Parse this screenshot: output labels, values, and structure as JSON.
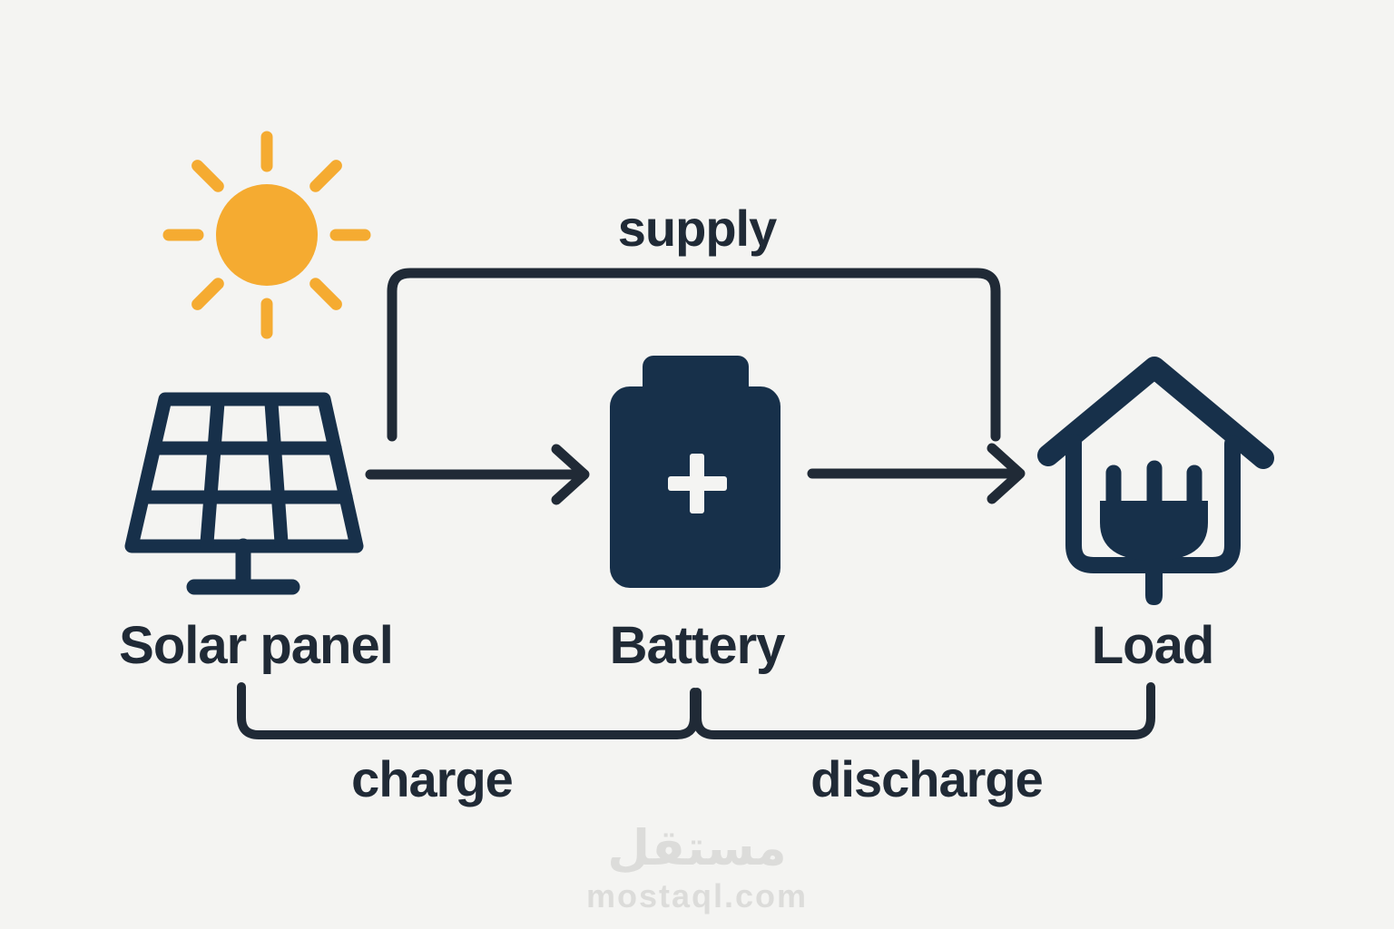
{
  "colors": {
    "bg": "#f4f4f2",
    "ink": "#202a36",
    "navy": "#17304a",
    "sun": "#f5ab31",
    "watermark": "#dcdcda"
  },
  "nodes": {
    "solar_panel": {
      "label": "Solar panel",
      "icon": "solar-panel-icon"
    },
    "battery": {
      "label": "Battery",
      "icon": "battery-icon"
    },
    "load": {
      "label": "Load",
      "icon": "house-plug-icon"
    }
  },
  "flows": {
    "supply": {
      "label": "supply",
      "from": "Solar panel",
      "to": "Load"
    },
    "charge": {
      "label": "charge",
      "from": "Solar panel",
      "to": "Battery"
    },
    "discharge": {
      "label": "discharge",
      "from": "Battery",
      "to": "Load"
    }
  },
  "decorations": {
    "sun": "sun-icon"
  },
  "watermark": {
    "arabic": "مستقل",
    "domain": "mostaql.com"
  }
}
